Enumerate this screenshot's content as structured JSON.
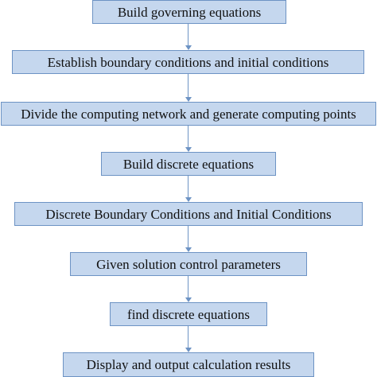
{
  "steps": [
    "Build governing equations",
    "Establish boundary conditions and initial conditions",
    "Divide the computing network and generate computing points",
    "Build discrete equations",
    "Discrete Boundary Conditions and Initial Conditions",
    "Given solution control parameters",
    "find discrete equations",
    "Display and output calculation results"
  ],
  "colors": {
    "box_fill": "#c5d7ee",
    "box_border": "#6d93c4",
    "arrow": "#6d93c4",
    "text": "#111111"
  }
}
